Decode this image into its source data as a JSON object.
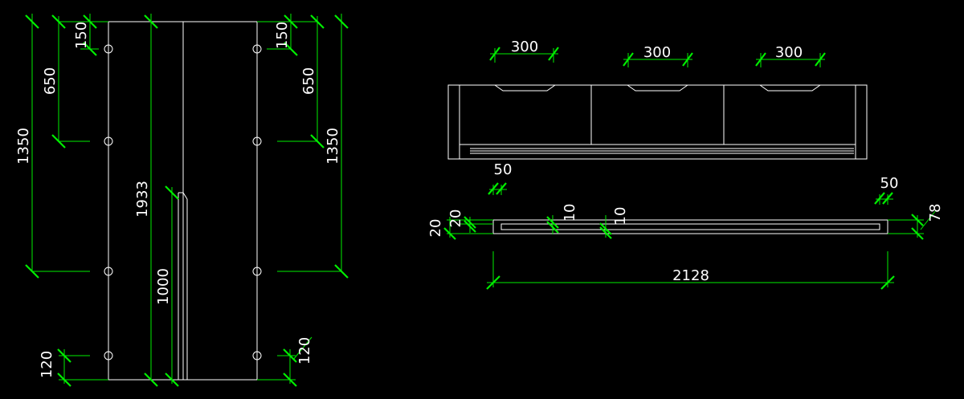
{
  "colors": {
    "background": "#000000",
    "geometry": "#ffffff",
    "dimension": "#00ee00",
    "text": "#ffffff"
  },
  "left_panel": {
    "dim_150_left": "150",
    "dim_650_left": "650",
    "dim_1350_left": "1350",
    "dim_1933": "1933",
    "dim_1000": "1000",
    "dim_120_left": "120",
    "dim_150_right": "150",
    "dim_650_right": "650",
    "dim_1350_right": "1350",
    "dim_120_right": "120"
  },
  "right_panel": {
    "handle_width_1": "300",
    "handle_width_2": "300",
    "handle_width_3": "300",
    "side_50_left": "50",
    "side_50_right": "50",
    "dim_20_a": "20",
    "dim_20_b": "20",
    "dim_10_a": "10",
    "dim_10_b": "10",
    "dim_78": "78",
    "total_width": "2128"
  }
}
